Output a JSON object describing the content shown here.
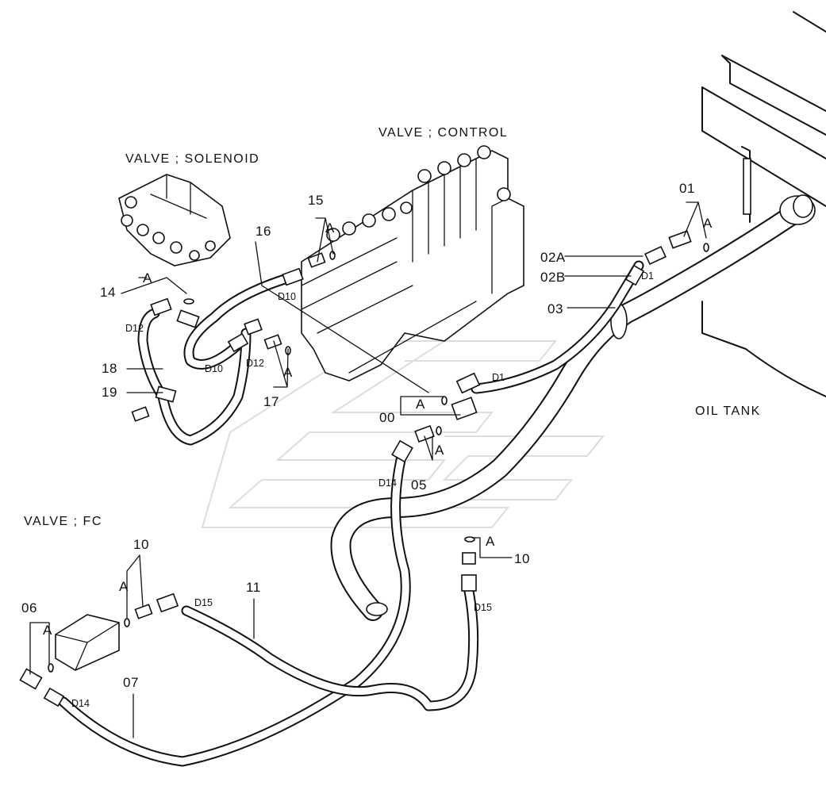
{
  "labels": {
    "valve_control": "VALVE ; CONTROL",
    "valve_solenoid": "VALVE ; SOLENOID",
    "valve_fc": "VALVE ; FC",
    "oil_tank": "OIL TANK"
  },
  "callouts": {
    "p01": "01",
    "p02a": "02A",
    "p02b": "02B",
    "p03": "03",
    "p00": "00",
    "p05": "05",
    "p06": "06",
    "p07": "07",
    "p10a": "10",
    "p10b": "10",
    "p11": "11",
    "p14": "14",
    "p15": "15",
    "p16": "16",
    "p17": "17",
    "p18": "18",
    "p19": "19"
  },
  "sizes": {
    "d1_a": "D1",
    "d1_b": "D1",
    "d10_a": "D10",
    "d10_b": "D10",
    "d12_a": "D12",
    "d12_b": "D12",
    "d14_a": "D14",
    "d14_b": "D14",
    "d15_a": "D15",
    "d15_b": "D15"
  },
  "seal_marks": {
    "a01": "A",
    "a14": "A",
    "a15": "A",
    "a17": "A",
    "a00": "A",
    "a05": "A",
    "a10a": "A",
    "a10b": "A",
    "a06": "A"
  }
}
